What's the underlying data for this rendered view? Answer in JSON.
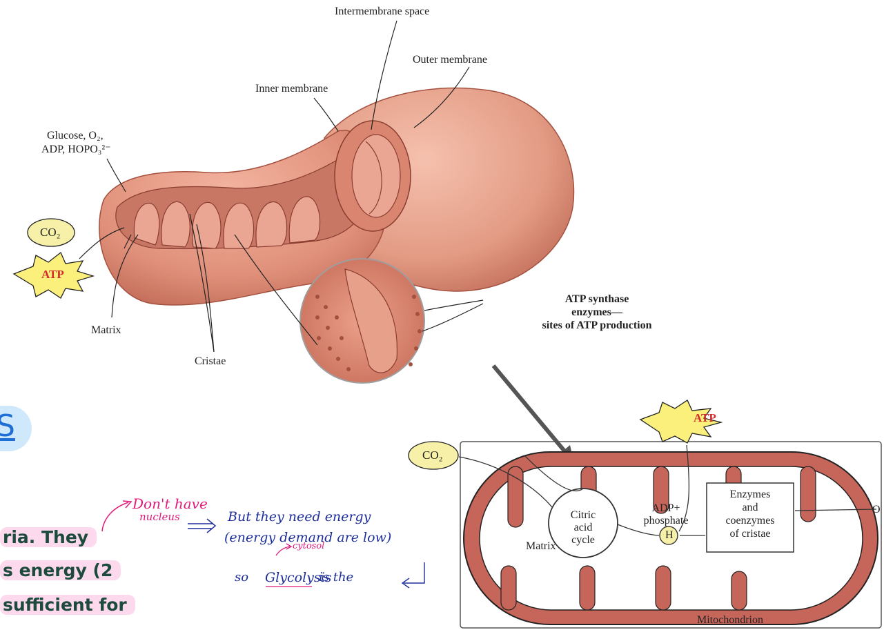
{
  "top_diagram": {
    "labels": {
      "intermembrane_space": "Intermembrane space",
      "outer_membrane": "Outer membrane",
      "inner_membrane": "Inner membrane",
      "glucose_line1": "Glucose, O₂,",
      "glucose_line2": "ADP, HOPO₃²⁻",
      "co2": "CO₂",
      "atp": "ATP",
      "matrix": "Matrix",
      "cristae": "Cristae",
      "synthase_line1": "ATP synthase",
      "synthase_line2": "enzymes—",
      "synthase_line3": "sites of ATP production"
    }
  },
  "bottom_diagram": {
    "labels": {
      "atp": "ATP",
      "co2": "CO₂",
      "citric_line1": "Citric",
      "citric_line2": "acid",
      "citric_line3": "cycle",
      "adp_line1": "ADP+",
      "adp_line2": "phosphate",
      "h": "H",
      "enzymes_line1": "Enzymes",
      "enzymes_line2": "and",
      "enzymes_line3": "coenzymes",
      "enzymes_line4": "of cristae",
      "matrix": "Matrix",
      "o2": "O",
      "mitochondrion": "Mitochondrion"
    }
  },
  "notes": {
    "section_letter": "S",
    "highlight_line1": "ria. They",
    "highlight_line2": "s energy (2",
    "highlight_line3": "sufficient for",
    "hand_dont_have": "Don't have",
    "hand_nucleus": "nucleus",
    "hand_but_they": "But they need energy",
    "hand_energy_demand": "(energy demand are low)",
    "hand_cytosol": "cytosol",
    "hand_so_glycolysis_prefix": "so",
    "hand_glycolysis": "Glycolysis",
    "hand_is_the": "is the"
  },
  "colors": {
    "membrane_fill": "#e2907a",
    "membrane_dark": "#b65a48",
    "bottom_fill": "#c6655a",
    "highlight": "#fcd9ec",
    "pink_ink": "#e0197a",
    "blue_ink": "#1e2f9c",
    "co2_fill": "#f7f0a8",
    "atp_fill": "#fbf07c",
    "atp_text": "#d22c2c"
  }
}
